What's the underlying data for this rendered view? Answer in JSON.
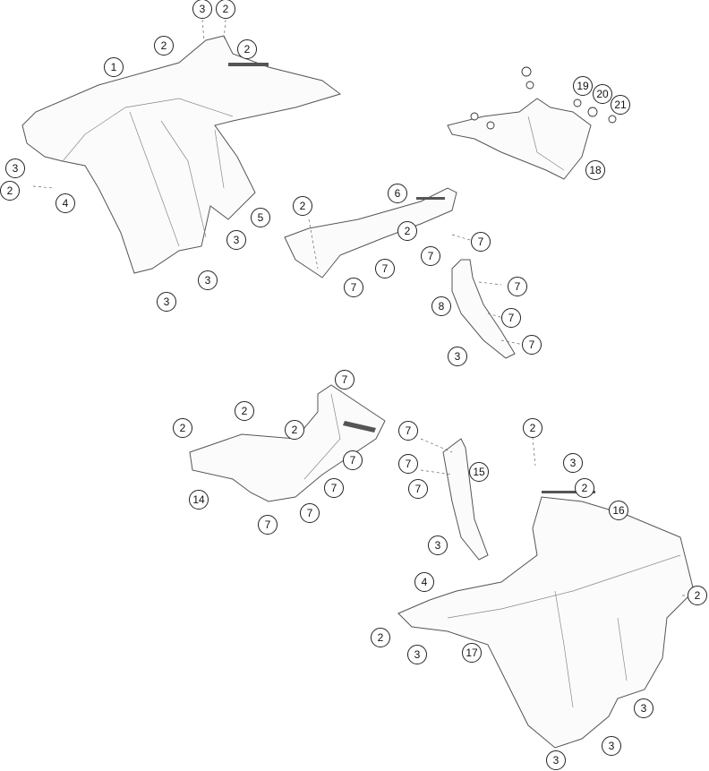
{
  "diagram": {
    "type": "exploded parts diagram",
    "callouts": [
      "1",
      "3",
      "2",
      "2",
      "2",
      "3",
      "2",
      "4",
      "5",
      "3",
      "3",
      "3",
      "6",
      "2",
      "2",
      "7",
      "7",
      "7",
      "7",
      "7",
      "8",
      "7",
      "7",
      "3",
      "19",
      "20",
      "21",
      "18",
      "7",
      "2",
      "2",
      "2",
      "7",
      "7",
      "7",
      "14",
      "7",
      "7",
      "7",
      "7",
      "15",
      "3",
      "2",
      "3",
      "2",
      "16",
      "2",
      "4",
      "2",
      "3",
      "17",
      "3",
      "3",
      "3"
    ]
  }
}
